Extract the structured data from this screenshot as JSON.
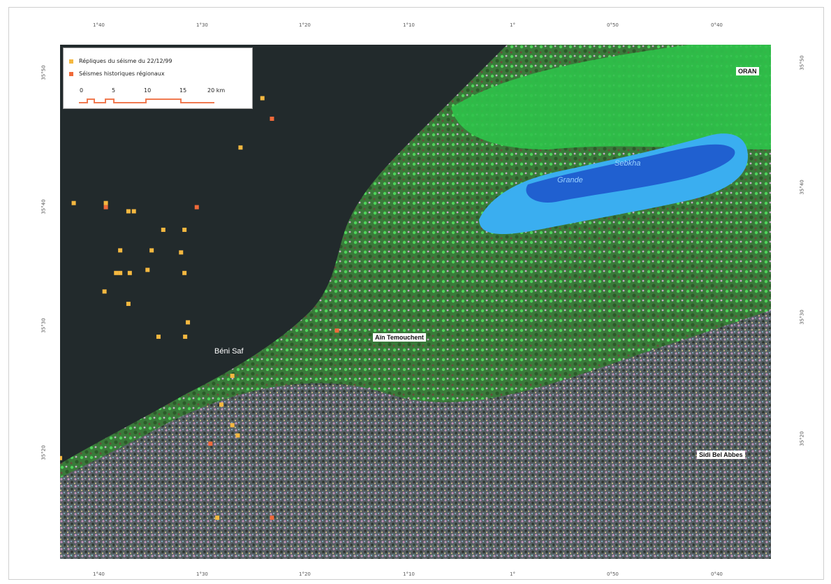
{
  "legend": {
    "aftershocks_label": "Répliques du séisme du 22/12/99",
    "historical_label": "Séismes historiques régionaux",
    "scale_labels": [
      "0",
      "5",
      "10",
      "15",
      "20 km"
    ]
  },
  "colors": {
    "aftershock": "#f5b840",
    "historical": "#f06a3a",
    "sea": "#222a2c",
    "land_green": "#2fb84a",
    "sebkha_blue": "#2f8fe0",
    "scale_bar": "#f07a50"
  },
  "ticks_top": [
    "1°40",
    "1°30",
    "1°20",
    "1°10",
    "1°",
    "0°50",
    "0°40"
  ],
  "ticks_bottom": [
    "1°40",
    "1°30",
    "1°20",
    "1°10",
    "1°",
    "0°50",
    "0°40"
  ],
  "ticks_left": [
    "35°50",
    "35°40",
    "35°30",
    "35°20"
  ],
  "ticks_right": [
    "35°50",
    "35°40",
    "35°30",
    "35°20"
  ],
  "places": {
    "oran": "ORAN",
    "beni_saf": "Béni Saf",
    "ain_temouchent": "Aïn Temouchent",
    "sidi_bel_abbes": "Sidi Bel Abbes",
    "grande": "Grande",
    "sebkha": "Sebkha"
  },
  "aftershocks": [
    [
      1.548,
      35.862
    ],
    [
      1.432,
      35.864
    ],
    [
      1.478,
      35.828
    ],
    [
      1.404,
      35.828
    ],
    [
      1.68,
      35.726
    ],
    [
      1.633,
      35.726
    ],
    [
      1.592,
      35.718
    ],
    [
      1.6,
      35.718
    ],
    [
      1.549,
      35.7
    ],
    [
      1.518,
      35.7
    ],
    [
      1.566,
      35.68
    ],
    [
      1.612,
      35.68
    ],
    [
      1.523,
      35.678
    ],
    [
      1.572,
      35.661
    ],
    [
      1.612,
      35.658
    ],
    [
      1.618,
      35.658
    ],
    [
      1.598,
      35.658
    ],
    [
      1.518,
      35.658
    ],
    [
      1.635,
      35.64
    ],
    [
      1.6,
      35.628
    ],
    [
      1.513,
      35.61
    ],
    [
      1.556,
      35.596
    ],
    [
      1.517,
      35.596
    ],
    [
      1.448,
      35.558
    ],
    [
      1.464,
      35.53
    ],
    [
      1.448,
      35.51
    ],
    [
      1.44,
      35.5
    ],
    [
      1.7,
      35.478
    ],
    [
      1.47,
      35.42
    ],
    [
      1.436,
      35.78
    ]
  ],
  "historical": [
    [
      1.39,
      35.808
    ],
    [
      1.633,
      35.722
    ],
    [
      1.5,
      35.722
    ],
    [
      1.295,
      35.602
    ],
    [
      1.48,
      35.492
    ],
    [
      1.39,
      35.42
    ]
  ]
}
